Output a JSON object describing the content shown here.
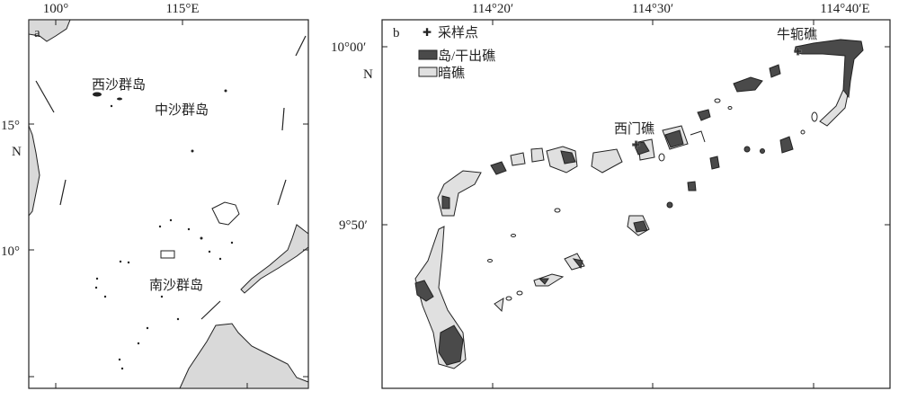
{
  "panel_a": {
    "label": "a",
    "x_ticks": [
      "100°",
      "115°E"
    ],
    "y_ticks": [
      "15°",
      "10°"
    ],
    "y_axis_letter": "N",
    "places": [
      "西沙群岛",
      "中沙群岛",
      "南沙群岛"
    ]
  },
  "panel_b": {
    "label": "b",
    "x_ticks": [
      "114°20′",
      "114°30′",
      "114°40′E"
    ],
    "y_ticks": [
      "10°00′",
      "9°50′"
    ],
    "y_axis_letter": "N",
    "legend": [
      "采样点",
      "岛/干出礁",
      "暗礁"
    ],
    "places": [
      "牛轭礁",
      "西门礁"
    ]
  },
  "colors": {
    "land": "#d9d9d9",
    "island": "#4a4a4a",
    "reef": "#e0e0e0",
    "frame": "#222222"
  }
}
